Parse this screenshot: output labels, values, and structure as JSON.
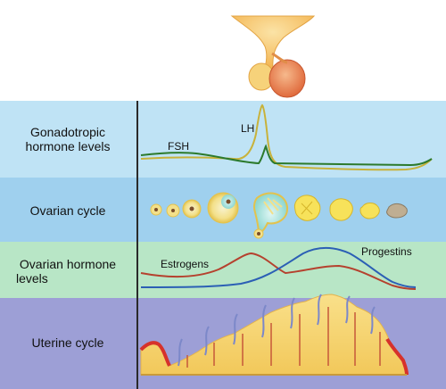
{
  "rows": [
    {
      "id": "gonadotropic",
      "label_line1": "Gonadotropic",
      "label_line2": "hormone levels",
      "color": "#bfe3f5"
    },
    {
      "id": "ovarian-cycle",
      "label_line1": "Ovarian cycle",
      "color": "#9fd0ee"
    },
    {
      "id": "ovarian-hormone",
      "label_line1": "Ovarian hormone",
      "label_line2": "levels",
      "color": "#b8e6c6"
    },
    {
      "id": "uterine-cycle",
      "label_line1": "Uterine cycle",
      "color": "#9d9fd6"
    }
  ],
  "curves": {
    "lh": {
      "label": "LH",
      "color": "#c8b23a"
    },
    "fsh": {
      "label": "FSH",
      "color": "#2c7a2c"
    },
    "estrogens": {
      "label": "Estrogens",
      "color": "#b5412e"
    },
    "progestins": {
      "label": "Progestins",
      "color": "#2b5fb5"
    }
  },
  "icons": [
    "pituitary-gland-icon",
    "follicle-icon",
    "corpus-luteum-icon",
    "endometrium-icon"
  ]
}
